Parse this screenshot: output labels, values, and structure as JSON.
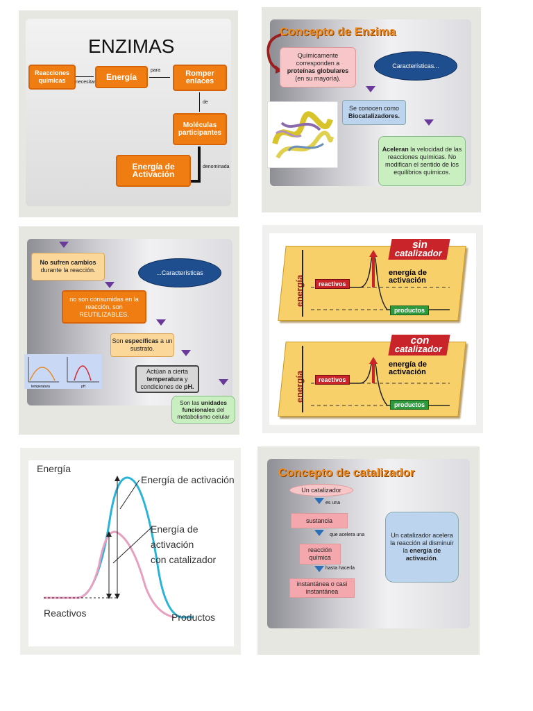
{
  "slide1": {
    "title": "ENZIMAS",
    "reacciones": "Reacciones químicas",
    "necesitan": "necesitan",
    "energia": "Energía",
    "para": "para",
    "romper": "Romper enlaces",
    "de": "de",
    "moleculas": "Moléculas participantes",
    "energia_activacion": "Energía de Activación",
    "denominada": "denominada"
  },
  "slide2": {
    "title": "Concepto de Enzima",
    "box1_a": "Químicamente corresponden a",
    "box1_b": "proteínas globulares",
    "box1_c": "(en su mayoría).",
    "oval": "Características...",
    "box2_a": "Se conocen como",
    "box2_b": "Biocatalizadores.",
    "box3_a": "Aceleran",
    "box3_b": "la velocidad de las reacciones químicas. No modifican el sentido de los equilibrios químicos."
  },
  "slide3": {
    "box1_a": "No sufren cambios",
    "box1_b": "durante la reacción.",
    "oval": "...Características",
    "box2": "no son consumidas en la reacción, son REUTILIZABLES.",
    "box3_a": "Son",
    "box3_b": "específicas",
    "box3_c": "a un sustrato.",
    "box4_a": "Actúan a cierta",
    "box4_b": "temperatura",
    "box4_c": "y condiciones de",
    "box4_d": "pH.",
    "box5_a": "Son las",
    "box5_b": "unidades funcionales",
    "box5_c": "del metabolismo celular",
    "graph_temp": "temperatura",
    "graph_ph": "pH"
  },
  "slide4": {
    "top_title1": "sin",
    "top_title2": "catalizador",
    "bottom_title1": "con",
    "bottom_title2": "catalizador",
    "energia": "energía",
    "reactivos": "reactivos",
    "productos": "productos",
    "energia_activacion": "energía de activación"
  },
  "slide5": {
    "energia": "Energía",
    "activacion": "Energía de activación",
    "activacion_cat_1": "Energía de activación",
    "activacion_cat_2": "con catalizador",
    "reactivos": "Reactivos",
    "productos": "Productos"
  },
  "slide6": {
    "title": "Concepto de catalizador",
    "un_catalizador": "Un catalizador",
    "es_una": "es una",
    "sustancia": "sustancia",
    "que_acelera": "que acelera una",
    "reaccion": "reacción química",
    "hasta": "hasta hacerla",
    "instantanea": "instantánea o casi instantánea",
    "side_a": "Un catalizador acelera la reacción al disminuir la",
    "side_b": "energía de activación"
  },
  "colors": {
    "orange": "#f07d12",
    "title_orange": "#f08a1c",
    "purple_arrow": "#6a3a9a",
    "red": "#c9242a",
    "green": "#2e9a3d",
    "curve_blue": "#2ab3d8",
    "curve_pink": "#e7a0c0"
  }
}
